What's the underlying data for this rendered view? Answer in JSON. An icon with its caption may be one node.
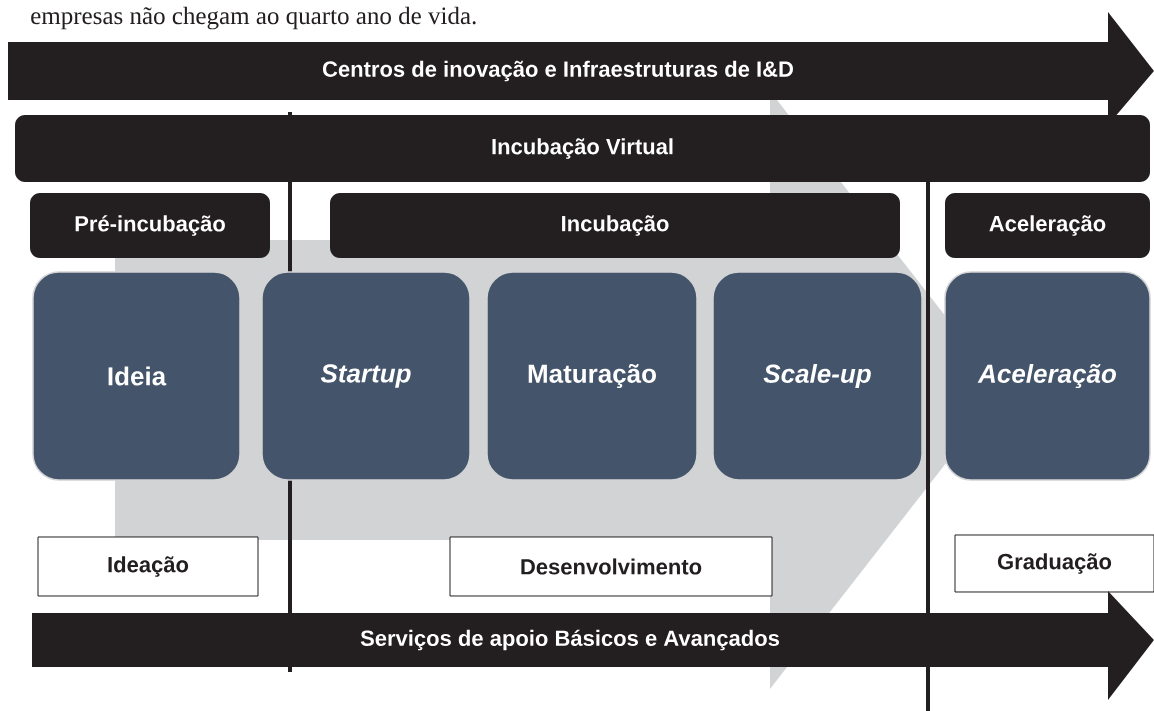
{
  "diagram": {
    "nodes": [
      {
        "text": [
          "Centros de inovação e Infraestruturas de I&D"
        ]
      },
      {
        "text": [
          "Incubação Virtual"
        ]
      },
      {
        "text": [
          "Pré-incubação"
        ]
      },
      {
        "text": [
          "Incubação"
        ]
      },
      {
        "text": [
          "Aceleração"
        ]
      },
      {
        "text": [
          "Ideia"
        ]
      },
      {
        "text": [
          "Startup"
        ]
      },
      {
        "text": [
          "Maturação"
        ]
      },
      {
        "text": [
          "Scale-up"
        ]
      },
      {
        "text": [
          "Aceleração"
        ]
      },
      {
        "text": [
          "Ideação"
        ]
      },
      {
        "text": [
          "Desenvolvimento"
        ]
      },
      {
        "text": [
          "Graduação"
        ]
      },
      {
        "text": [
          "Serviços de apoio Básicos e Avançados"
        ]
      }
    ],
    "edges": [
      {
        "from": 5,
        "to": 9,
        "arrow": "to"
      }
    ],
    "labels": [
      "empresas não chegam ao quarto ano de vida."
    ]
  }
}
